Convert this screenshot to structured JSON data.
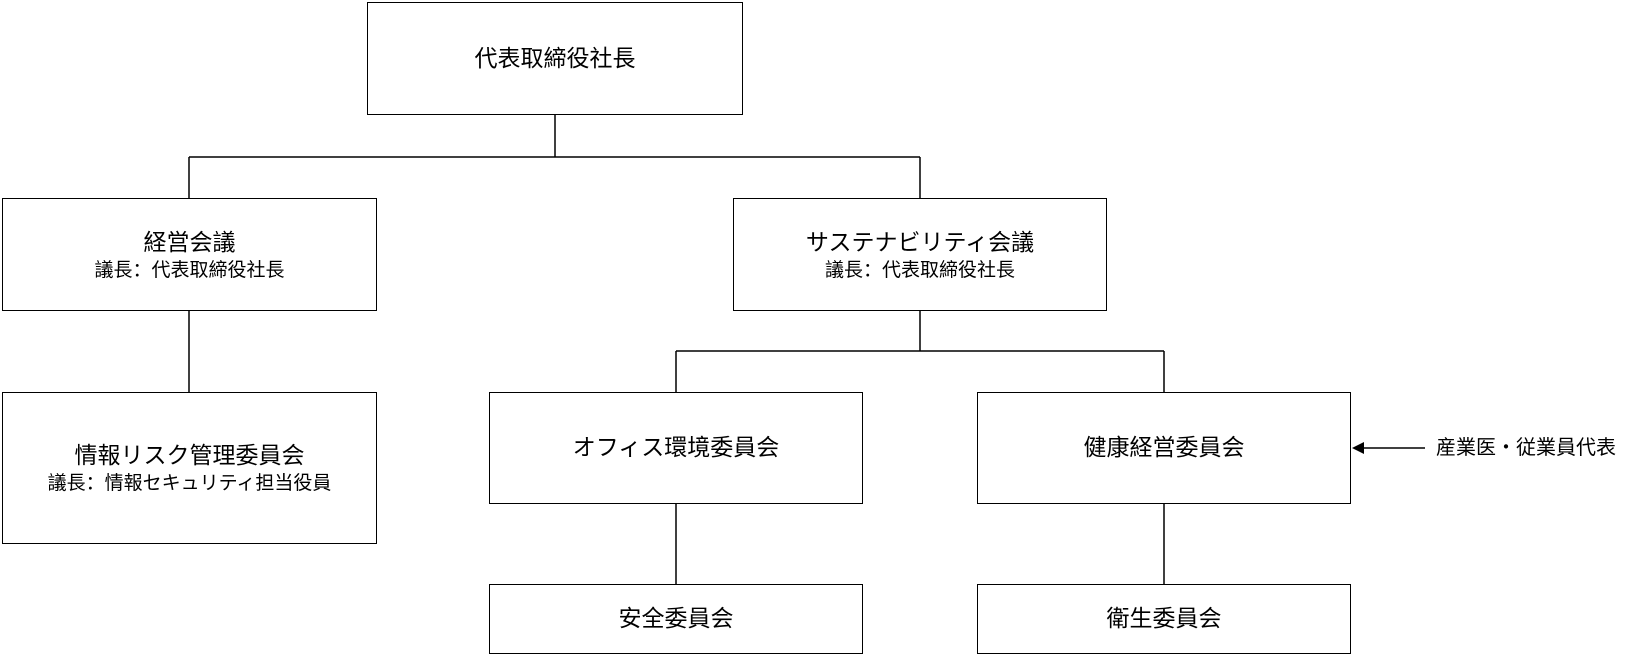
{
  "org_chart": {
    "president": {
      "title": "代表取締役社長"
    },
    "management_meeting": {
      "title": "経営会議",
      "chair": "議長：代表取締役社長"
    },
    "sustainability_meeting": {
      "title": "サステナビリティ会議",
      "chair": "議長：代表取締役社長"
    },
    "info_risk_committee": {
      "title": "情報リスク管理委員会",
      "chair": "議長：情報セキュリティ担当役員"
    },
    "office_env_committee": {
      "title": "オフィス環境委員会"
    },
    "health_mgmt_committee": {
      "title": "健康経営委員会"
    },
    "safety_committee": {
      "title": "安全委員会"
    },
    "hygiene_committee": {
      "title": "衛生委員会"
    },
    "external_input": {
      "label": "産業医・従業員代表"
    }
  }
}
